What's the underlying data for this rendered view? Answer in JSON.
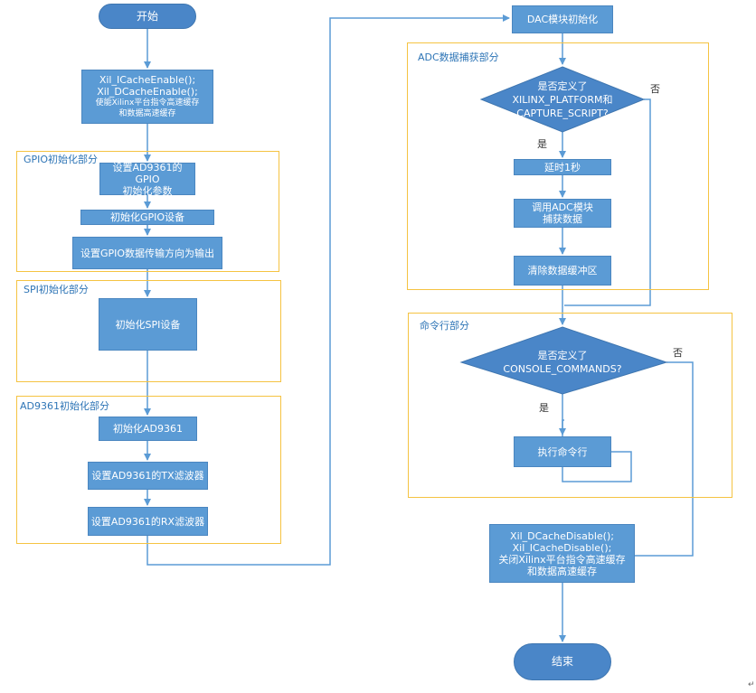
{
  "nodes": {
    "start": "开始",
    "cache_enable": [
      "Xil_ICacheEnable();",
      "Xil_DCacheEnable();",
      "使能Xilinx平台指令高速缓存",
      "和数据高速缓存"
    ],
    "gpio_params": [
      "设置AD9361的GPIO",
      "初始化参数"
    ],
    "gpio_init": "初始化GPIO设备",
    "gpio_dir": "设置GPIO数据传输方向为输出",
    "spi_init": "初始化SPI设备",
    "ad9361_init": "初始化AD9361",
    "ad9361_tx": "设置AD9361的TX滤波器",
    "ad9361_rx": "设置AD9361的RX滤波器",
    "dac_init": "DAC模块初始化",
    "adc_decision": [
      "是否定义了",
      "XILINX_PLATFORM和",
      "CAPTURE_SCRIPT?"
    ],
    "delay": "延时1秒",
    "adc_capture": [
      "调用ADC模块",
      "捕获数据"
    ],
    "clear_buffer": "清除数据缓冲区",
    "console_decision": [
      "是否定义了",
      "CONSOLE_COMMANDS?"
    ],
    "exec_cmd": "执行命令行",
    "cache_disable": [
      "Xil_DCacheDisable();",
      "Xil_ICacheDisable();",
      "关闭Xilinx平台指令高速缓存",
      "和数据高速缓存"
    ],
    "end": "结束"
  },
  "groups": {
    "gpio": "GPIO初始化部分",
    "spi": "SPI初始化部分",
    "ad9361": "AD9361初始化部分",
    "adc": "ADC数据捕获部分",
    "console": "命令行部分"
  },
  "edge_labels": {
    "adc_yes": "是",
    "adc_no": "否",
    "console_yes": "是",
    "console_no": "否"
  },
  "corner_mark": "↵",
  "colors": {
    "node_fill": "#5b9bd5",
    "terminal_fill": "#4a86c8",
    "group_border": "#f5c342",
    "connector": "#5b9bd5"
  }
}
